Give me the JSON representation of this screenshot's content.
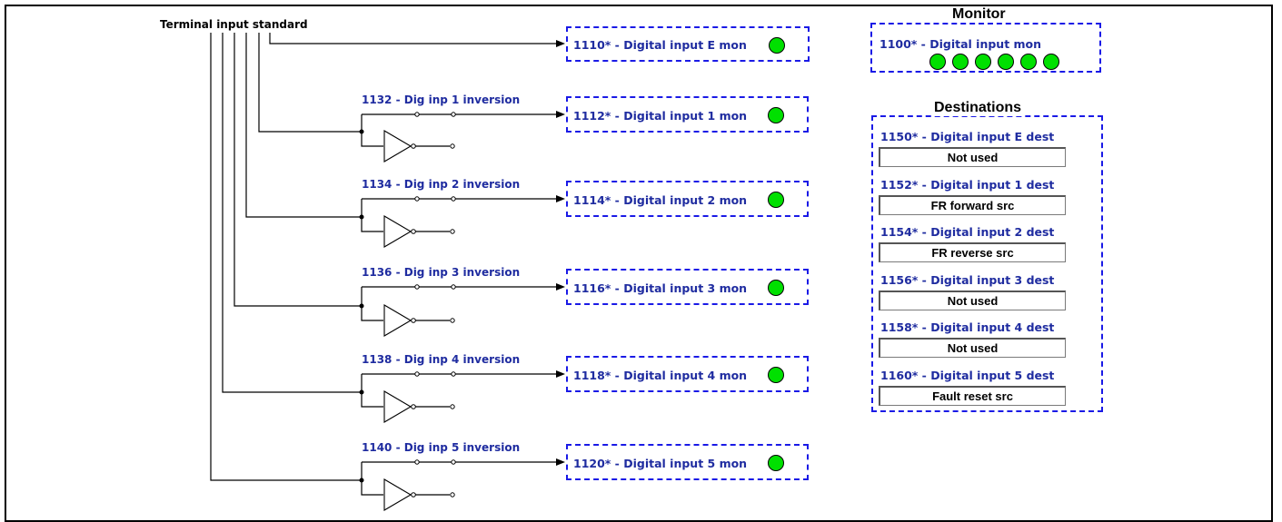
{
  "source_label": "Terminal input standard",
  "monitor_heading": "Monitor",
  "monitor_box": {
    "label": "1100* - Digital input mon",
    "led_color": "#00e000",
    "led_count": 6
  },
  "input_mon_e": {
    "label": "1110* - Digital input E mon"
  },
  "channels": [
    {
      "inversion_label": "1132 - Dig inp 1 inversion",
      "mon_label": "1112* - Digital input 1 mon"
    },
    {
      "inversion_label": "1134 - Dig inp 2 inversion",
      "mon_label": "1114* - Digital input 2 mon"
    },
    {
      "inversion_label": "1136 - Dig inp 3 inversion",
      "mon_label": "1116* - Digital input 3 mon"
    },
    {
      "inversion_label": "1138 - Dig inp 4 inversion",
      "mon_label": "1118* - Digital input 4 mon"
    },
    {
      "inversion_label": "1140 - Dig inp 5 inversion",
      "mon_label": "1120* - Digital input 5 mon"
    }
  ],
  "destinations_heading": "Destinations",
  "destinations": [
    {
      "label": "1150* - Digital input E dest",
      "value": "Not used"
    },
    {
      "label": "1152* - Digital input 1 dest",
      "value": "FR forward src"
    },
    {
      "label": "1154* - Digital input 2 dest",
      "value": "FR reverse src"
    },
    {
      "label": "1156* - Digital input 3 dest",
      "value": "Not used"
    },
    {
      "label": "1158* - Digital input 4 dest",
      "value": "Not used"
    },
    {
      "label": "1160* - Digital input 5 dest",
      "value": "Fault reset src"
    }
  ],
  "colors": {
    "label_blue": "#1f2ca0",
    "box_border": "#1a1ae6",
    "led_on": "#00e000"
  }
}
